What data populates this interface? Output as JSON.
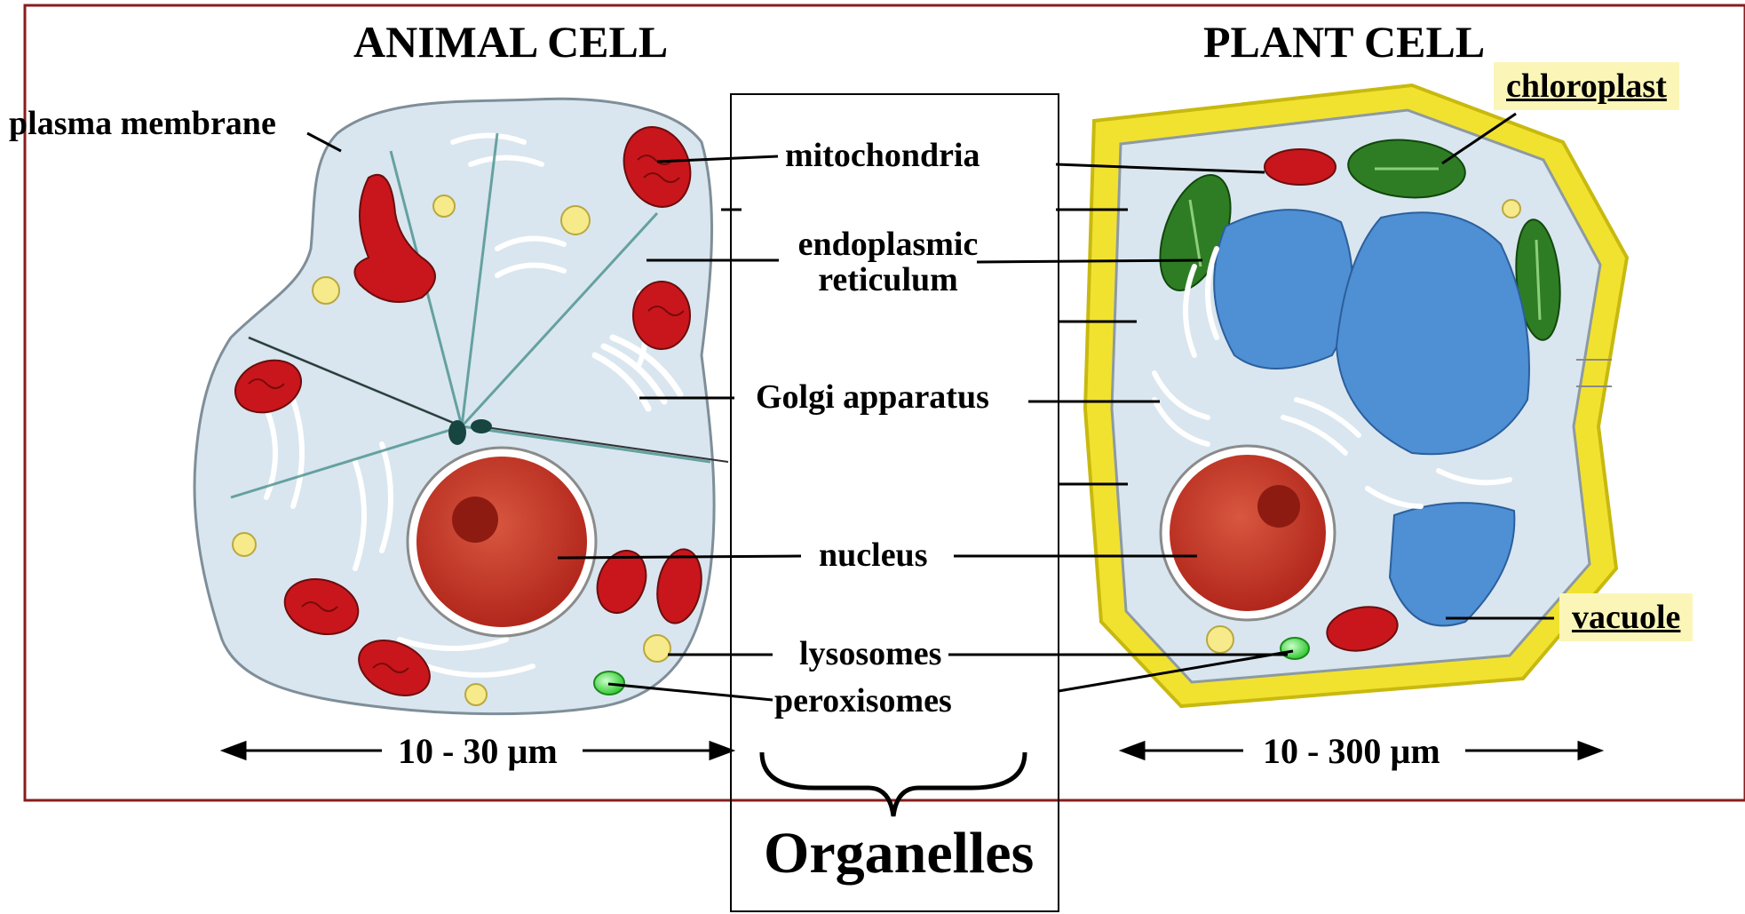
{
  "titles": {
    "animal": "ANIMAL CELL",
    "plant": "PLANT CELL"
  },
  "labels": {
    "plasma_membrane": "plasma membrane",
    "mitochondria": "mitochondria",
    "er_line1": "endoplasmic",
    "er_line2": "reticulum",
    "golgi": "Golgi apparatus",
    "nucleus": "nucleus",
    "lysosomes": "lysosomes",
    "peroxisomes": "peroxisomes",
    "chloroplast": "chloroplast",
    "vacuole": "vacuole"
  },
  "scales": {
    "animal": "10 - 30 µm",
    "plant": "10 - 300 µm"
  },
  "footer": "Organelles",
  "colors": {
    "frame": "#8a1c1c",
    "cytoplasm": "#d9e6ef",
    "mitochondria": "#c8161c",
    "nucleus": "#c0392b",
    "cell_wall": "#f2e230",
    "chloroplast": "#2e7d24",
    "vacuole": "#4f8fd4",
    "lysosome": "#f6ea8a",
    "peroxisome": "#4cd64c",
    "highlight_box": "#fbf6b8"
  }
}
